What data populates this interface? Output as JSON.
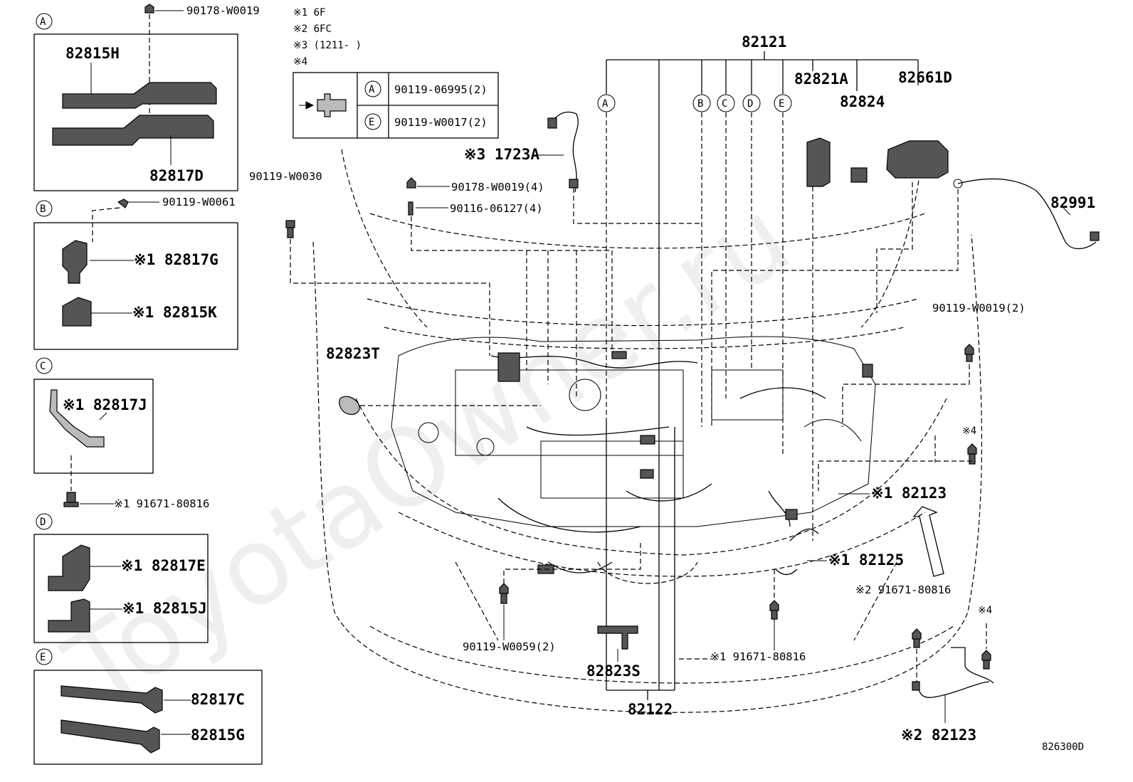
{
  "callouts": {
    "A": "A",
    "B": "B",
    "C": "C",
    "D": "D",
    "E": "E"
  },
  "notes": {
    "n1": "※1 6F",
    "n2": "※2 6FC",
    "n3": "※3 (1211-     )",
    "n4": "※4"
  },
  "fastener_table": {
    "row_a_circle": "A",
    "row_a_part": "90119-06995(2)",
    "row_e_circle": "E",
    "row_e_part": "90119-W0017(2)"
  },
  "panel_a": {
    "bolt": "90178-W0019",
    "upper": "82815H",
    "lower": "82817D"
  },
  "panel_b": {
    "bolt": "90119-W0061",
    "upper": "※1 82817G",
    "lower": "※1 82815K"
  },
  "panel_c": {
    "part": "※1 82817J",
    "bolt": "※1 91671-80816"
  },
  "panel_d": {
    "upper": "※1 82817E",
    "lower": "※1 82815J"
  },
  "panel_e": {
    "upper": "82817C",
    "lower": "82815G"
  },
  "main": {
    "harness_top": "82121",
    "p_1723a": "※3 1723A",
    "p_90119_w0030": "90119-W0030",
    "p_90178_w0019_4": "90178-W0019(4)",
    "p_90116_06127_4": "90116-06127(4)",
    "p_82821a": "82821A",
    "p_82824": "82824",
    "p_82661d": "82661D",
    "p_82991": "82991",
    "p_90119_w0019_2": "90119-W0019(2)",
    "p_82823t": "82823T",
    "note4_a": "※4",
    "p_82123_a": "※1 82123",
    "p_82125": "※1 82125",
    "p_91671_2": "※2 91671-80816",
    "note4_b": "※4",
    "p_90119_w0059_2": "90119-W0059(2)",
    "p_91671_1": "※1 91671-80816",
    "p_82823s": "82823S",
    "p_82122": "82122",
    "p_82123_b": "※2 82123",
    "figure_code": "826300D"
  },
  "watermark": "ToyotaOwner.ru"
}
